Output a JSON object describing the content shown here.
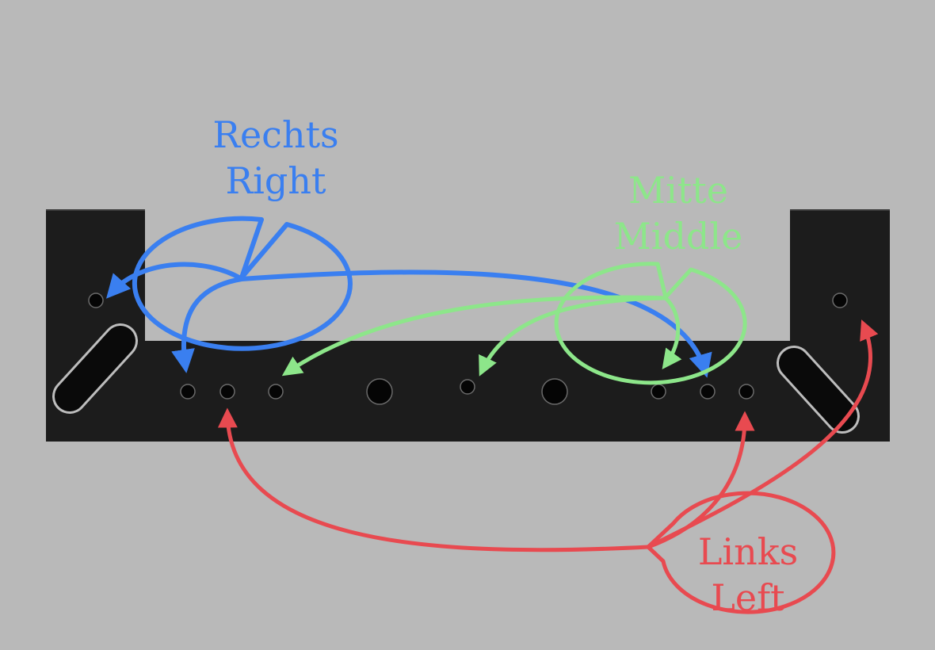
{
  "callouts": {
    "right": {
      "line1": "Rechts",
      "line2": "Right",
      "color": "#3a7ff0"
    },
    "middle": {
      "line1": "Mitte",
      "line2": "Middle",
      "color": "#8de68a"
    },
    "left": {
      "line1": "Links",
      "line2": "Left",
      "color": "#e84a50"
    }
  },
  "colors": {
    "background": "#b9b9b9",
    "bracket": "#1c1c1c"
  }
}
